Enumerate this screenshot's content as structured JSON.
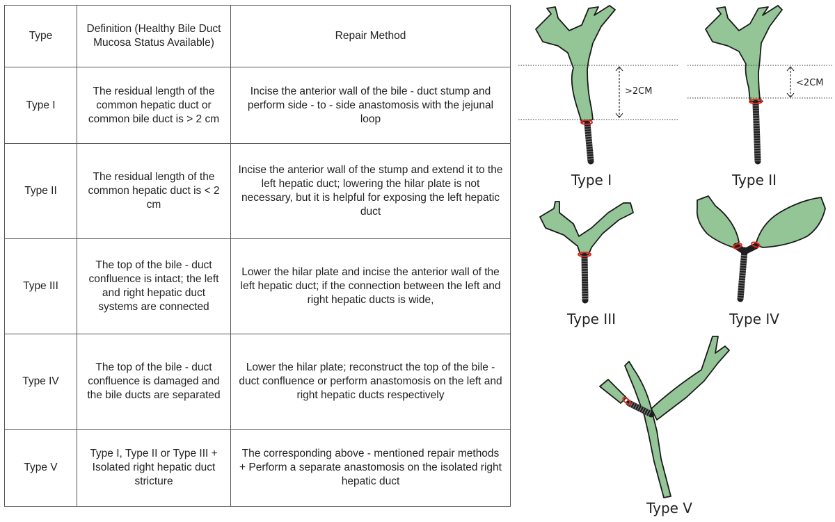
{
  "table": {
    "headers": [
      "Type",
      "Definition (Healthy Bile Duct Mucosa Status Available)",
      "Repair Method"
    ],
    "rows": [
      {
        "type": "Type I",
        "definition": "The residual length of the common hepatic duct or common bile duct is > 2 cm",
        "method": "Incise the anterior wall of the bile - duct stump and perform side - to - side anastomosis with the jejunal loop"
      },
      {
        "type": "Type II",
        "definition": "The residual length of the common hepatic duct is < 2 cm",
        "method": "Incise the anterior wall of the stump and extend it to the left hepatic duct; lowering the hilar plate is not necessary, but it is helpful for exposing the left hepatic duct"
      },
      {
        "type": "Type III",
        "definition": "The top of the bile - duct confluence is intact; the left and right hepatic duct systems are connected",
        "method": "Lower the hilar plate and incise the anterior wall of the left hepatic duct; if the connection between the left and right hepatic ducts is wide,"
      },
      {
        "type": "Type IV",
        "definition": "The top of the bile - duct confluence is damaged and the bile ducts are separated",
        "method": "Lower the hilar plate; reconstruct the top of the bile - duct confluence or perform anastomosis on the left and right hepatic ducts respectively"
      },
      {
        "type": "Type V",
        "definition": "Type I, Type II or Type III + Isolated right hepatic duct stricture",
        "method": "The corresponding above - mentioned repair methods + Perform a separate anastomosis on the isolated right hepatic duct"
      }
    ]
  },
  "figures": {
    "type1": {
      "caption": "Type I",
      "measure": ">2CM"
    },
    "type2": {
      "caption": "Type II",
      "measure": "<2CM"
    },
    "type3": {
      "caption": "Type III"
    },
    "type4": {
      "caption": "Type IV"
    },
    "type5": {
      "caption": "Type V"
    }
  },
  "colors": {
    "duct_fill": "#93c597",
    "duct_outline": "#1a1a1a",
    "anastomosis": "#e0281e",
    "stent": "#1f1f1f"
  }
}
